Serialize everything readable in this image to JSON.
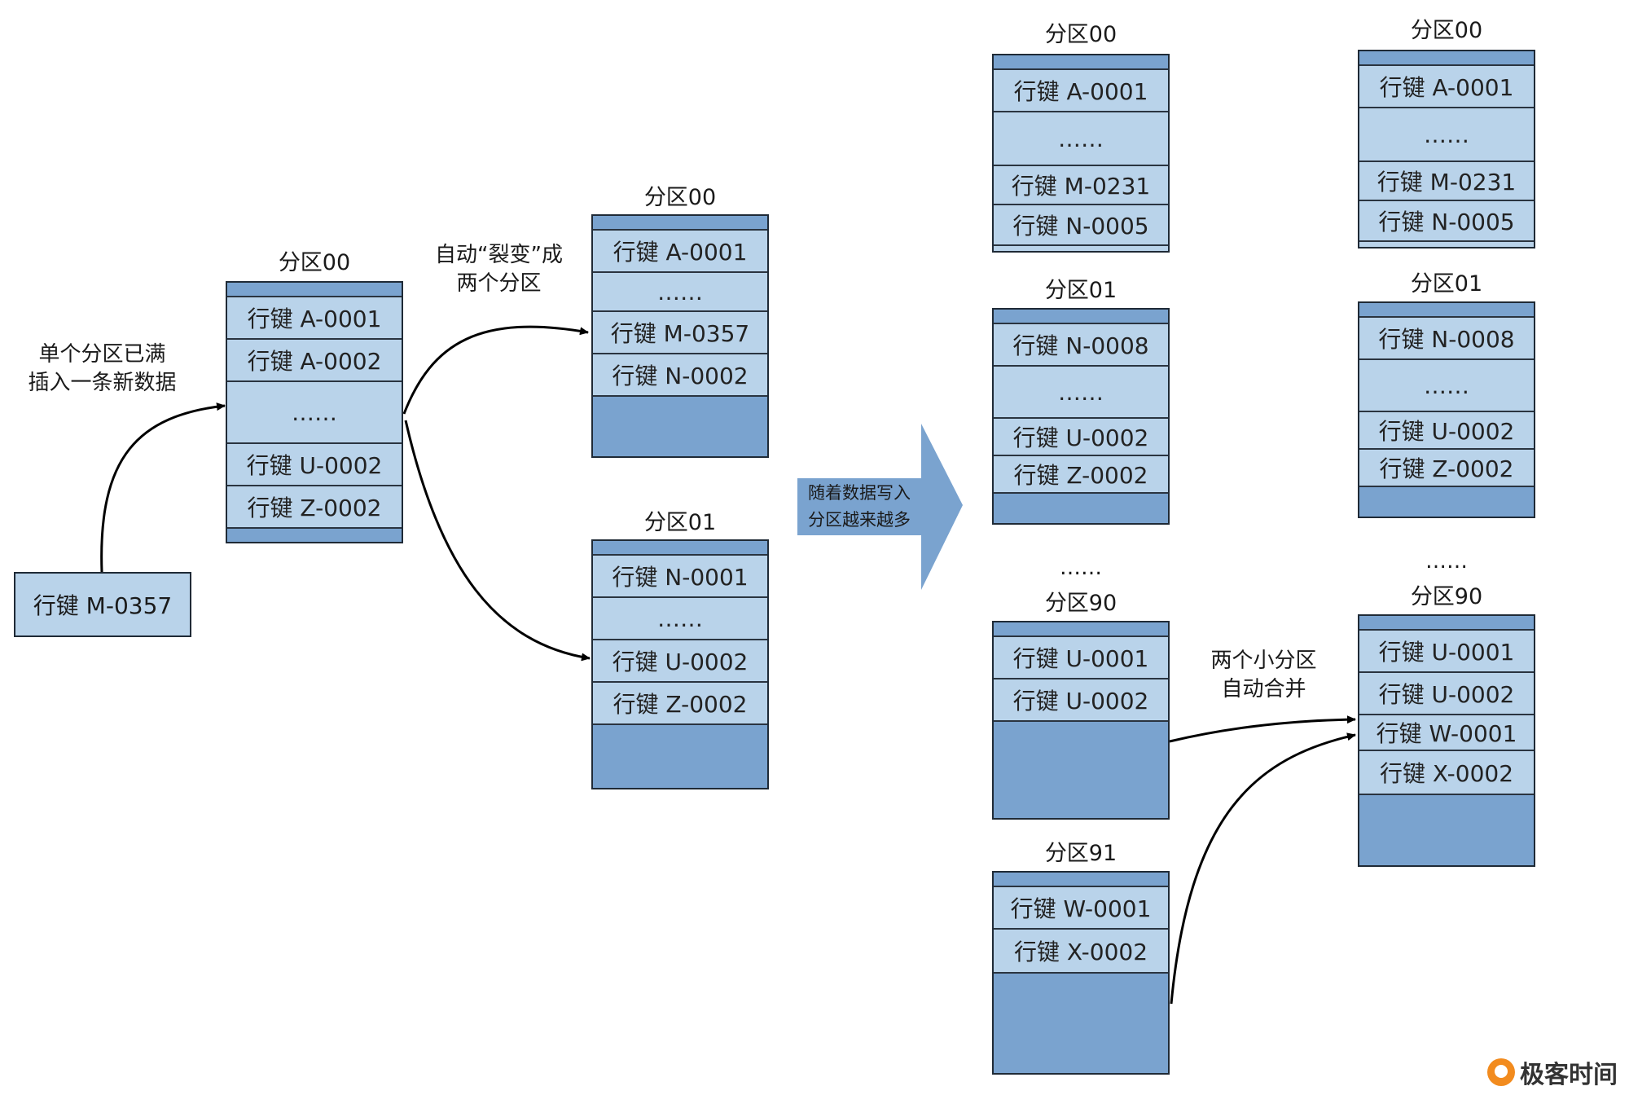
{
  "labels": {
    "full_line1": "单个分区已满",
    "full_line2": "插入一条新数据",
    "split_line1": "自动“裂变”成",
    "split_line2": "两个分区",
    "growth_line1": "随着数据写入",
    "growth_line2": "分区越来越多",
    "merge_line1": "两个小分区",
    "merge_line2": "自动合并",
    "ellipsis_mid": "……",
    "ellipsis_right": "……"
  },
  "new_row": "行键 M-0357",
  "tables": {
    "orig00": {
      "title": "分区00",
      "rows": [
        "行键 A-0001",
        "行键 A-0002",
        "……",
        "行键 U-0002",
        "行键 Z-0002"
      ]
    },
    "split00": {
      "title": "分区00",
      "rows": [
        "行键 A-0001",
        "……",
        "行键 M-0357",
        "行键 N-0002"
      ]
    },
    "split01": {
      "title": "分区01",
      "rows": [
        "行键 N-0001",
        "……",
        "行键 U-0002",
        "行键 Z-0002"
      ]
    },
    "m00": {
      "title": "分区00",
      "rows": [
        "行键 A-0001",
        "……",
        "行键 M-0231",
        "行键 N-0005"
      ]
    },
    "m01": {
      "title": "分区01",
      "rows": [
        "行键 N-0008",
        "……",
        "行键 U-0002",
        "行键 Z-0002"
      ]
    },
    "m90": {
      "title": "分区90",
      "rows": [
        "行键 U-0001",
        "行键 U-0002"
      ]
    },
    "m91": {
      "title": "分区91",
      "rows": [
        "行键 W-0001",
        "行键 X-0002"
      ]
    },
    "r00": {
      "title": "分区00",
      "rows": [
        "行键 A-0001",
        "……",
        "行键 M-0231",
        "行键 N-0005"
      ]
    },
    "r01": {
      "title": "分区01",
      "rows": [
        "行键 N-0008",
        "……",
        "行键 U-0002",
        "行键 Z-0002"
      ]
    },
    "r90": {
      "title": "分区90",
      "rows": [
        "行键 U-0001",
        "行键 U-0002",
        "行键 W-0001",
        "行键 X-0002"
      ]
    }
  },
  "colors": {
    "light_fill": "#b9d3ea",
    "dark_fill": "#7aa3cf",
    "border": "#1f2a36",
    "logo_accent": "#f28b1e"
  },
  "logo_text": "极客时间"
}
